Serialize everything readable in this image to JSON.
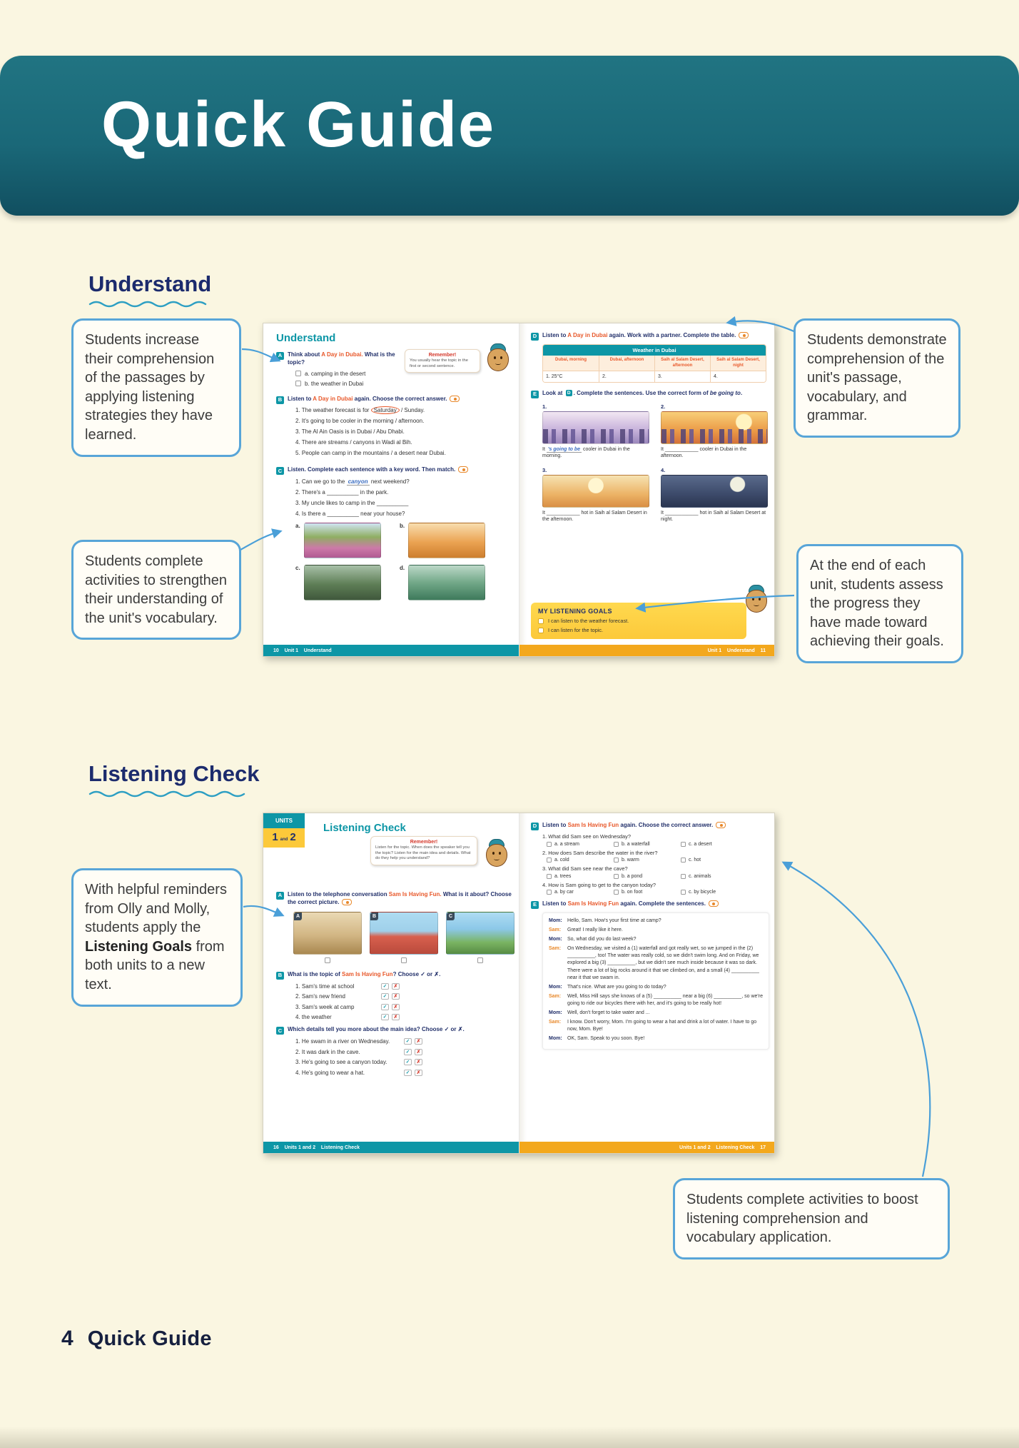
{
  "page": {
    "title": "Quick Guide",
    "footer_number": "4",
    "footer_label": "Quick Guide"
  },
  "understand": {
    "heading": "Understand",
    "callout_increase": "Students increase their comprehension of the passages by applying listening strategies they have learned.",
    "callout_vocab": "Students complete activities to strengthen their understanding of the unit's vocabulary.",
    "callout_demonstrate": "Students demonstrate comprehension of the unit's passage, vocabulary, and grammar.",
    "callout_assess": "At the end of each unit, students assess the progress they have made toward achieving their goals."
  },
  "listening": {
    "heading": "Listening Check",
    "callout_reminders_pre": "With helpful reminders from Olly and Molly, students apply the ",
    "callout_reminders_bold": "Listening Goals",
    "callout_reminders_post": " from both units to a new text.",
    "callout_boost": "Students complete activities to boost listening comprehension and vocabulary application."
  },
  "spread1": {
    "left": {
      "page_title": "Understand",
      "secA": {
        "badge": "A",
        "pre": "Think about ",
        "title": "A Day in Dubai.",
        "post": " What is the topic?",
        "opt_a": "a. camping in the desert",
        "opt_b": "b. the weather in Dubai",
        "remember_title": "Remember!",
        "remember_body": "You usually hear the topic in the first or second sentence."
      },
      "secB": {
        "badge": "B",
        "pre": "Listen to ",
        "title": "A Day in Dubai",
        "post": " again. Choose the correct answer.",
        "item1_pre": "1. The weather forecast is for ",
        "item1_circled": "Saturday",
        "item1_post": " / Sunday.",
        "item2": "2. It's going to be cooler in the morning / afternoon.",
        "item3": "3. The Al Ain Oasis is in Dubai / Abu Dhabi.",
        "item4": "4. There are streams / canyons in Wadi al Bih.",
        "item5": "5. People can camp in the mountains / a desert near Dubai."
      },
      "secC": {
        "badge": "C",
        "heading": "Listen. Complete each sentence with a key word. Then match.",
        "item1_pre": "1. Can we go to the ",
        "item1_written": "canyon",
        "item1_post": " next weekend?",
        "item2": "2. There's a __________ in the park.",
        "item3": "3. My uncle likes to camp in the __________",
        "item4": "4. Is there a __________ near your house?",
        "labels": [
          "a.",
          "b.",
          "c.",
          "d."
        ]
      },
      "footer": "10    Unit 1    Understand"
    },
    "right": {
      "secD": {
        "badge": "D",
        "pre": "Listen to ",
        "title": "A Day in Dubai",
        "post": " again. Work with a partner. Complete the table.",
        "table_title": "Weather in Dubai",
        "col1": "Dubai, morning",
        "col2": "Dubai, afternoon",
        "col3": "Saih al Salam Desert, afternoon",
        "col4": "Saih al Salam Desert, night",
        "cell1": "1. 25°C",
        "cell2": "2.",
        "cell3": "3.",
        "cell4": "4."
      },
      "secE": {
        "badge": "E",
        "pre": "Look at ",
        "ref": "D",
        "post1": ". Complete the sentences. Use the correct form of ",
        "emph": "be going to",
        "post2": ".",
        "cap1_num": "1.",
        "cap1_pre": "It ",
        "cap1_written": "'s going to be",
        "cap1_post": " cooler in Dubai in the morning.",
        "cap2_num": "2.",
        "cap2": "It ____________ cooler in Dubai in the afternoon.",
        "cap3_num": "3.",
        "cap3": "It ____________ hot in Saih al Salam Desert in the afternoon.",
        "cap4_num": "4.",
        "cap4": "It ____________ hot in Saih al Salam Desert at night."
      },
      "goals": {
        "title": "MY LISTENING GOALS",
        "item1": "I can listen to the weather forecast.",
        "item2": "I can listen for the topic."
      },
      "footer": "Unit 1    Understand    11"
    }
  },
  "spread2": {
    "left": {
      "units_label": "UNITS",
      "units_num1": "1",
      "units_and": "and",
      "units_num2": "2",
      "page_title": "Listening Check",
      "remember_title": "Remember!",
      "remember_body": "Listen for the topic. When does the speaker tell you the topic? Listen for the main idea and details. What do they help you understand?",
      "check_mark": "✓",
      "cross_mark": "✗",
      "secA": {
        "badge": "A",
        "pre": "Listen to the telephone conversation ",
        "title": "Sam Is Having Fun.",
        "post": " What is it about? Choose the correct picture.",
        "pic_labels": [
          "A",
          "B",
          "C"
        ]
      },
      "secB": {
        "badge": "B",
        "pre": "What is the topic of ",
        "title": "Sam Is Having Fun",
        "post": "? Choose ✓ or ✗.",
        "items": [
          "1. Sam's time at school",
          "2. Sam's new friend",
          "3. Sam's week at camp",
          "4. the weather"
        ]
      },
      "secC": {
        "badge": "C",
        "pre": "Which details tell you more about the main idea? Choose ",
        "post": "✓ or ✗.",
        "items": [
          "1. He swam in a river on Wednesday.",
          "2. It was dark in the cave.",
          "3. He's going to see a canyon today.",
          "4. He's going to wear a hat."
        ]
      },
      "footer": "16    Units 1 and 2    Listening Check"
    },
    "right": {
      "secD": {
        "badge": "D",
        "pre": "Listen to ",
        "title": "Sam Is Having Fun",
        "post": " again. Choose the correct answer.",
        "q1": "1. What did Sam see on Wednesday?",
        "q1_opts": [
          "a. a stream",
          "b. a waterfall",
          "c. a desert"
        ],
        "q2": "2. How does Sam describe the water in the river?",
        "q2_opts": [
          "a. cold",
          "b. warm",
          "c. hot"
        ],
        "q3": "3. What did Sam see near the cave?",
        "q3_opts": [
          "a. trees",
          "b. a pond",
          "c. animals"
        ],
        "q4": "4. How is Sam going to get to the canyon today?",
        "q4_opts": [
          "a. by car",
          "b. on foot",
          "c. by bicycle"
        ]
      },
      "secE": {
        "badge": "E",
        "pre": "Listen to ",
        "title": "Sam Is Having Fun",
        "post": " again. Complete the sentences.",
        "dialogue": [
          {
            "speaker": "Mom:",
            "text": "Hello, Sam. How's your first time at camp?"
          },
          {
            "speaker": "Sam:",
            "text": "Great! I really like it here."
          },
          {
            "speaker": "Mom:",
            "text": "So, what did you do last week?"
          },
          {
            "speaker": "Sam:",
            "text": "On Wednesday, we visited a (1) waterfall and got really wet, so we jumped in the (2) __________, too! The water was really cold, so we didn't swim long. And on Friday, we explored a big (3) __________, but we didn't see much inside because it was so dark. There were a lot of big rocks around it that we climbed on, and a small (4) __________ near it that we swam in."
          },
          {
            "speaker": "Mom:",
            "text": "That's nice. What are you going to do today?"
          },
          {
            "speaker": "Sam:",
            "text": "Well, Miss Hill says she knows of a (5) __________ near a big (6) __________, so we're going to ride our bicycles there with her, and it's going to be really hot!"
          },
          {
            "speaker": "Mom:",
            "text": "Well, don't forget to take water and ..."
          },
          {
            "speaker": "Sam:",
            "text": "I know. Don't worry, Mom. I'm going to wear a hat and drink a lot of water. I have to go now, Mom. Bye!"
          },
          {
            "speaker": "Mom:",
            "text": "OK, Sam. Speak to you soon. Bye!"
          }
        ]
      },
      "footer": "Units 1 and 2    Listening Check    17"
    }
  }
}
